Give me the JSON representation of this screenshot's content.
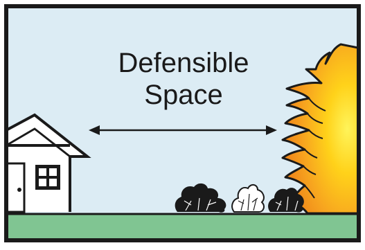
{
  "caption": {
    "line1": "Defensible",
    "line2": "Space"
  },
  "colors": {
    "sky": "#dcecf4",
    "ground": "#80c592",
    "frame": "#1a1a1a",
    "house": "#ffffff",
    "fire_outer": "#f5a623",
    "fire_inner": "#ffe21a",
    "shrub_dark": "#1a1a1a",
    "shrub_light": "#ffffff"
  },
  "elements": {
    "house": "house-icon",
    "fire": "wildfire-flames",
    "shrubs": [
      "shrub-dark",
      "shrub-light",
      "shrub-dark"
    ],
    "arrow": "double-headed-arrow"
  }
}
